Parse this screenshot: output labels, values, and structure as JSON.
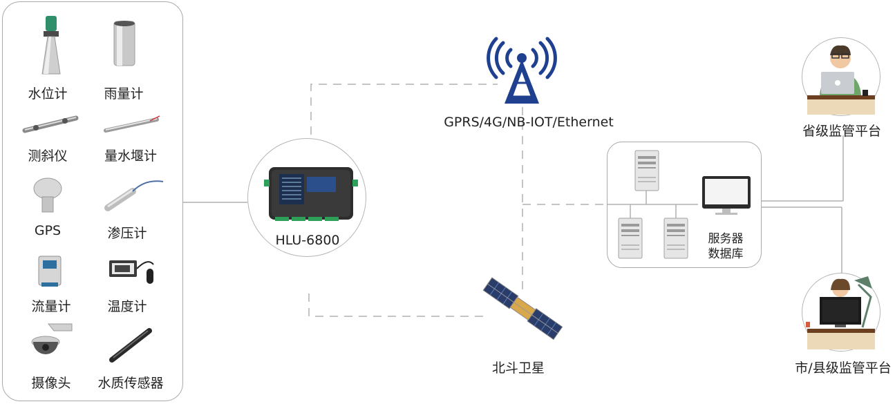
{
  "sensors": [
    {
      "label": "水位计",
      "icon": "radar-level-meter-icon"
    },
    {
      "label": "雨量计",
      "icon": "rain-gauge-icon"
    },
    {
      "label": "测斜仪",
      "icon": "inclinometer-icon"
    },
    {
      "label": "量水堰计",
      "icon": "weir-meter-icon"
    },
    {
      "label": "GPS",
      "icon": "gps-antenna-icon"
    },
    {
      "label": "渗压计",
      "icon": "piezometer-icon"
    },
    {
      "label": "流量计",
      "icon": "flow-meter-icon"
    },
    {
      "label": "温度计",
      "icon": "thermometer-icon"
    },
    {
      "label": "摄像头",
      "icon": "dome-camera-icon"
    },
    {
      "label": "水质传感器",
      "icon": "water-quality-sensor-icon"
    }
  ],
  "device": {
    "label": "HLU-6800",
    "icon": "rtu-device-icon"
  },
  "network": {
    "label": "GPRS/4G/NB-IOT/Ethernet",
    "icon": "signal-tower-icon"
  },
  "satellite": {
    "label": "北斗卫星",
    "icon": "satellite-icon"
  },
  "server": {
    "label_line1": "服务器",
    "label_line2": "数据库",
    "icon": "server-icon"
  },
  "platforms": [
    {
      "label": "省级监管平台",
      "icon": "user-laptop-icon"
    },
    {
      "label": "市/县级监管平台",
      "icon": "user-monitor-icon"
    }
  ],
  "colors": {
    "tower": "#1f3f8f",
    "line": "#b0b0b0",
    "border": "#a9a9a9",
    "text": "#222222"
  }
}
